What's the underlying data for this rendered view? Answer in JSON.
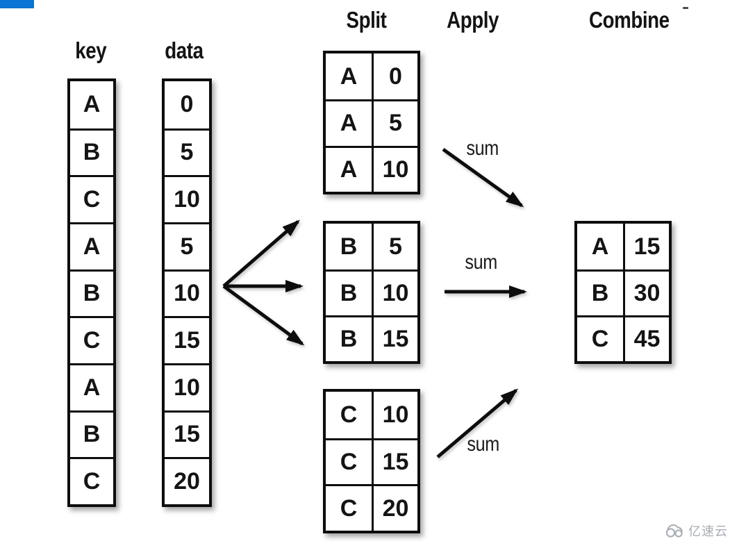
{
  "headers": {
    "key": "key",
    "data": "data",
    "split": "Split",
    "apply": "Apply",
    "combine": "Combine"
  },
  "key_column": [
    "A",
    "B",
    "C",
    "A",
    "B",
    "C",
    "A",
    "B",
    "C"
  ],
  "data_column": [
    "0",
    "5",
    "10",
    "5",
    "10",
    "15",
    "10",
    "15",
    "20"
  ],
  "split_tables": [
    {
      "group": "A",
      "rows": [
        [
          "A",
          "0"
        ],
        [
          "A",
          "5"
        ],
        [
          "A",
          "10"
        ]
      ]
    },
    {
      "group": "B",
      "rows": [
        [
          "B",
          "5"
        ],
        [
          "B",
          "10"
        ],
        [
          "B",
          "15"
        ]
      ]
    },
    {
      "group": "C",
      "rows": [
        [
          "C",
          "10"
        ],
        [
          "C",
          "15"
        ],
        [
          "C",
          "20"
        ]
      ]
    }
  ],
  "combine_table": {
    "rows": [
      [
        "A",
        "15"
      ],
      [
        "B",
        "30"
      ],
      [
        "C",
        "45"
      ]
    ]
  },
  "apply_labels": {
    "top": "sum",
    "middle": "sum",
    "bottom": "sum"
  },
  "watermark": {
    "text": "亿速云"
  },
  "colors": {
    "border": "#0d0d0d",
    "accent_blue": "#0b74d4",
    "watermark_gray": "#a9aeb5"
  }
}
